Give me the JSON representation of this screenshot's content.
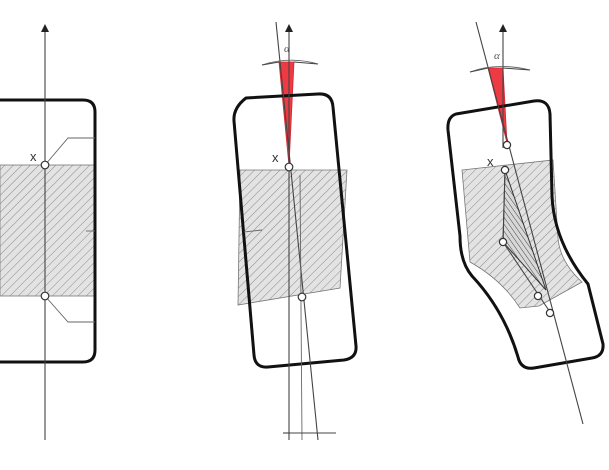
{
  "labels": {
    "point_marker": "x",
    "angle_symbol": "α"
  },
  "colors": {
    "angle_wedge": "#ee3a43",
    "outline": "#111111",
    "hatch_fill": "#e3e3e3",
    "hatch_line": "#8a8a8a"
  },
  "panels": [
    {
      "id": "upright-block"
    },
    {
      "id": "tilted-block"
    },
    {
      "id": "bent-block"
    }
  ]
}
